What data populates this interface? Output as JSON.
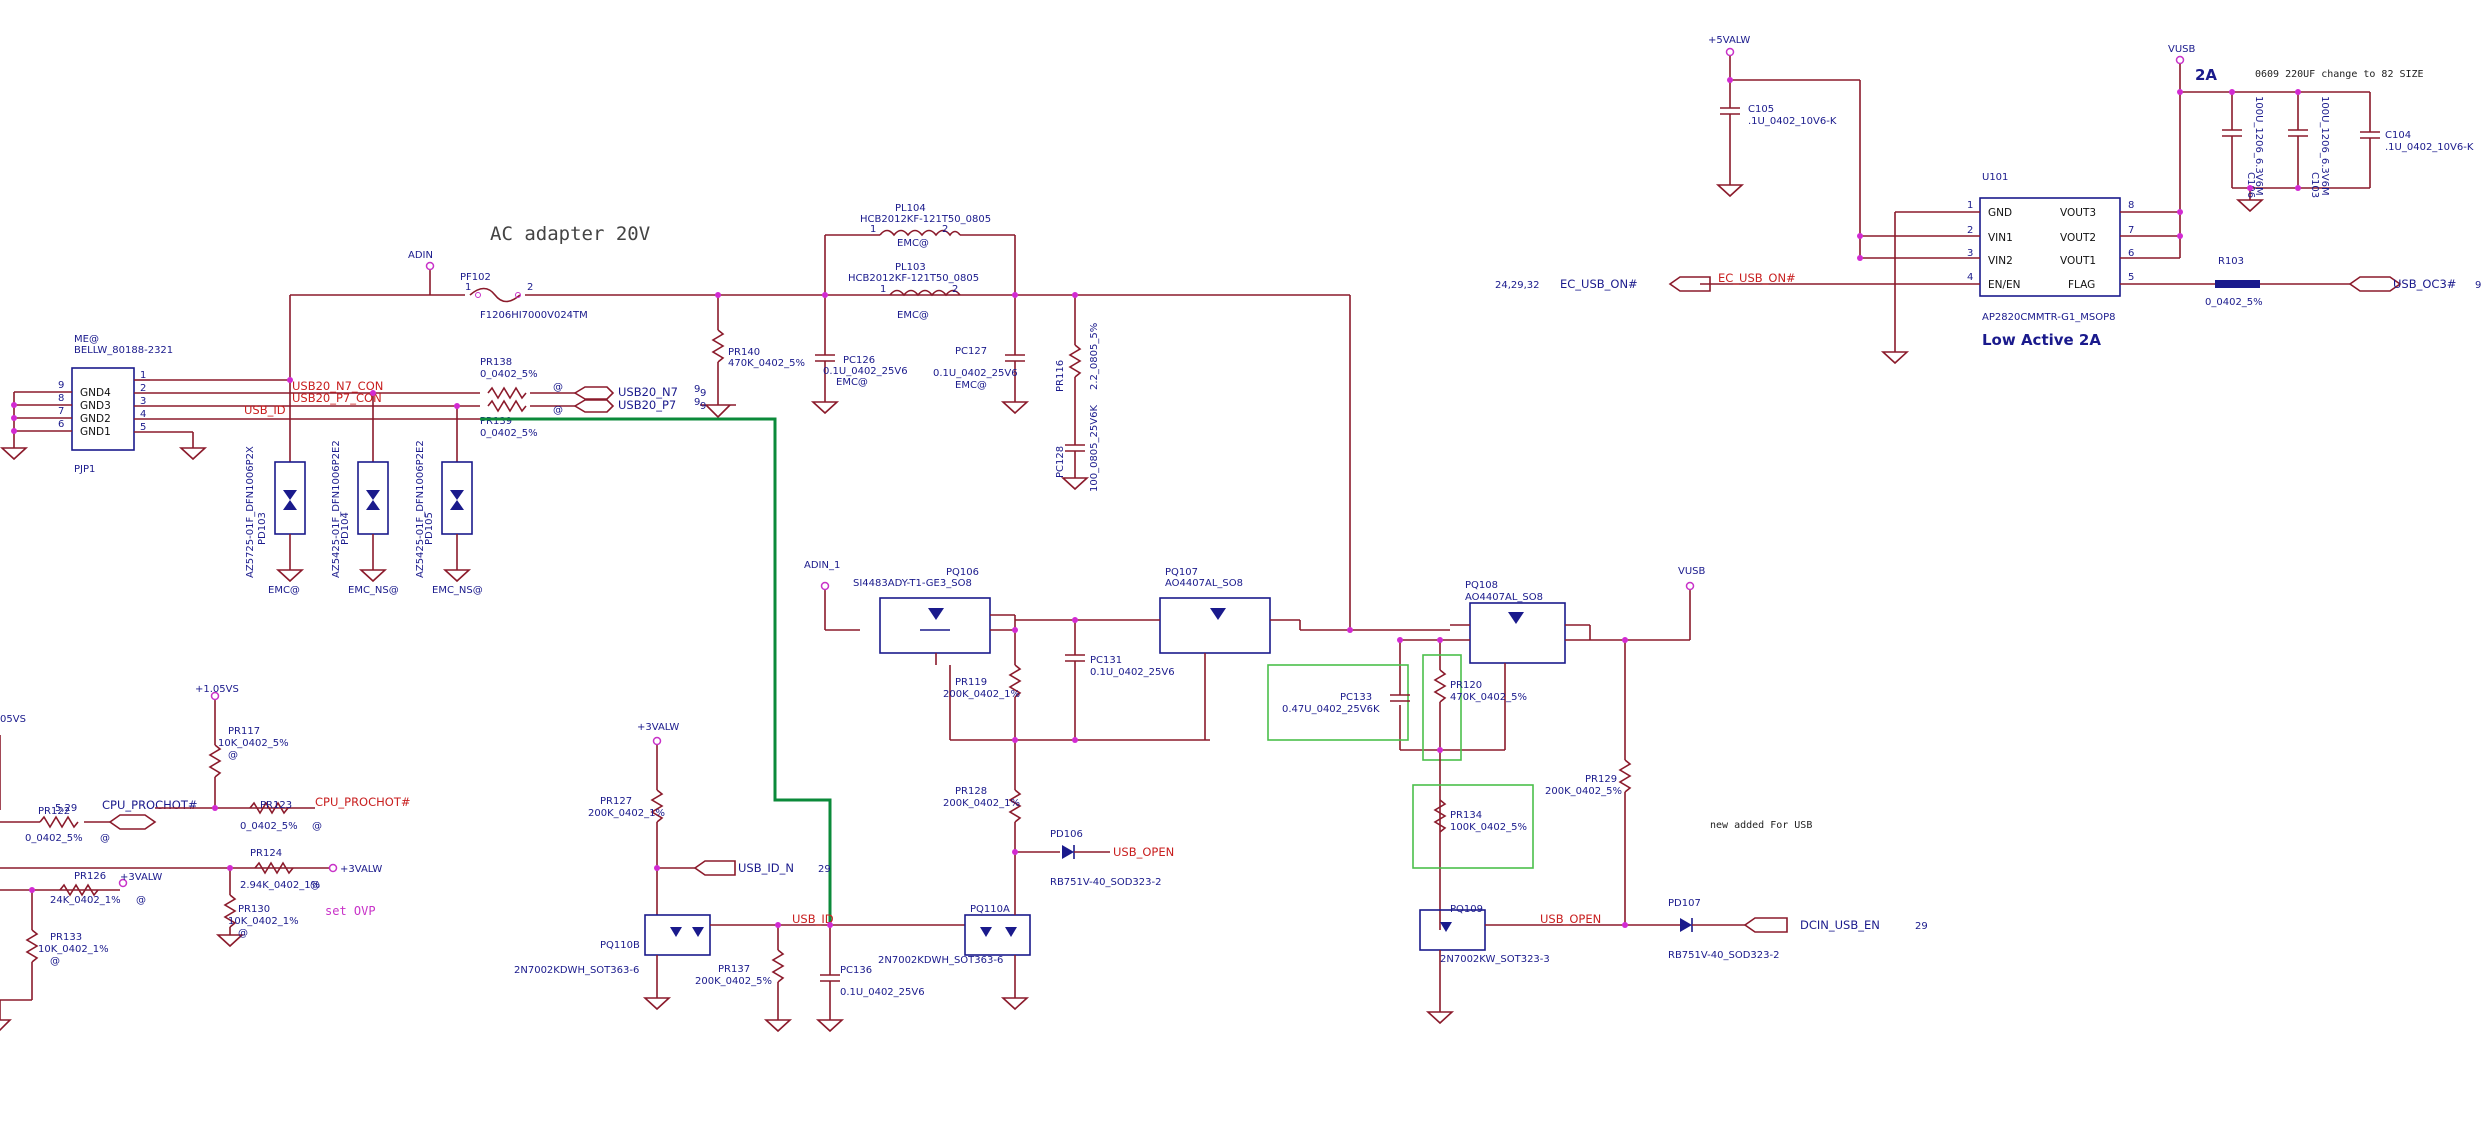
{
  "title": "AC adapter 20V",
  "nets": {
    "adin": "ADIN",
    "adin1": "ADIN_1",
    "v5valw": "+5VALW",
    "vusb": "VUSB",
    "vusb2": "VUSB",
    "v105": "+1.05VS",
    "v3valw": "+3VALW",
    "v3valw_b": "+3VALW",
    "v3valw_c": "+3VALW",
    "v5vs_partial": "05VS",
    "usb20_n7": "USB20_N7",
    "usb20_p7": "USB20_P7",
    "usb20_n7_con": "USB20_N7_CON",
    "usb20_p7_con": "USB20_P7_CON",
    "usb_id": "USB_ID",
    "usb_id_b": "USB_ID",
    "usb_id_n": "USB_ID_N",
    "usb_open": "USB_OPEN",
    "usb_open_b": "USB_OPEN",
    "ec_usb_on": "EC_USB_ON#",
    "ec_usb_on_red": "EC_USB_ON#",
    "usb_oc3": "USB_OC3#",
    "cpu_prochot": "CPU_PROCHOT#",
    "cpu_prochot_red": "CPU_PROCHOT#",
    "dcin_usb_en": "DCIN_USB_EN"
  },
  "refs": {
    "usb_oc3_page": "9",
    "usb_id_n_page": "29",
    "dcin_page": "29",
    "usb20_page_n": "9",
    "usb20_page_p": "9",
    "ec_pages": "24,29,32",
    "prochot_page": "5,29"
  },
  "connector": {
    "opt": "ME@",
    "part": "BELLW_80188-2321",
    "ref": "PJP1",
    "pins": [
      "GND4",
      "GND3",
      "GND2",
      "GND1"
    ],
    "pin_nums_left": [
      "9",
      "8",
      "7",
      "6"
    ],
    "pin_nums_right": [
      "1",
      "2",
      "3",
      "4",
      "5"
    ]
  },
  "components": {
    "pf102": {
      "ref": "PF102",
      "value": "F1206HI7000V024TM"
    },
    "pl104": {
      "ref": "PL104",
      "value": "HCB2012KF-121T50_0805",
      "opt": "EMC@"
    },
    "pl103": {
      "ref": "PL103",
      "value": "HCB2012KF-121T50_0805",
      "opt": "EMC@"
    },
    "pr140": {
      "ref": "PR140",
      "value": "470K_0402_5%"
    },
    "pc126": {
      "ref": "PC126",
      "value": "0.1U_0402_25V6",
      "opt": "EMC@"
    },
    "pc127": {
      "ref": "PC127",
      "value": "0.1U_0402_25V6",
      "opt": "EMC@"
    },
    "pr116": {
      "ref": "PR116",
      "value": "2.2_0805_5%"
    },
    "pc128": {
      "ref": "PC128",
      "value": "100_0805_25V6K"
    },
    "pr138": {
      "ref": "PR138",
      "value": "0_0402_5%",
      "opt": "@"
    },
    "pr139": {
      "ref": "PR139",
      "value": "0_0402_5%",
      "opt": "@"
    },
    "pd103": {
      "ref": "PD103",
      "value": "AZ5725-01F_DFN1006P2X",
      "opt": "EMC@"
    },
    "pd104": {
      "ref": "PD104",
      "value": "AZ5425-01F_DFN1006P2E2",
      "opt": "EMC_NS@"
    },
    "pd105": {
      "ref": "PD105",
      "value": "AZ5425-01F_DFN1006P2E2",
      "opt": "EMC_NS@"
    },
    "pq106": {
      "ref": "PQ106",
      "value": "SI4483ADY-T1-GE3_SO8"
    },
    "pq107": {
      "ref": "PQ107",
      "value": "AO4407AL_SO8"
    },
    "pq108": {
      "ref": "PQ108",
      "value": "AO4407AL_SO8"
    },
    "pc131": {
      "ref": "PC131",
      "value": "0.1U_0402_25V6"
    },
    "pr119": {
      "ref": "PR119",
      "value": "200K_0402_1%"
    },
    "pr128": {
      "ref": "PR128",
      "value": "200K_0402_1%"
    },
    "pd106": {
      "ref": "PD106",
      "value": "RB751V-40_SOD323-2"
    },
    "pq110a": {
      "ref": "PQ110A",
      "value": "2N7002KDWH_SOT363-6"
    },
    "pq110b": {
      "ref": "PQ110B",
      "value": "2N7002KDWH_SOT363-6"
    },
    "pr127": {
      "ref": "PR127",
      "value": "200K_0402_1%"
    },
    "pr137": {
      "ref": "PR137",
      "value": "200K_0402_5%"
    },
    "pc136": {
      "ref": "PC136",
      "value": "0.1U_0402_25V6"
    },
    "pc133": {
      "ref": "PC133",
      "value": "0.47U_0402_25V6K"
    },
    "pr120": {
      "ref": "PR120",
      "value": "470K_0402_5%"
    },
    "pr134": {
      "ref": "PR134",
      "value": "100K_0402_5%"
    },
    "pr129": {
      "ref": "PR129",
      "value": "200K_0402_5%"
    },
    "pq109": {
      "ref": "PQ109",
      "value": "2N7002KW_SOT323-3"
    },
    "pd107": {
      "ref": "PD107",
      "value": "RB751V-40_SOD323-2"
    },
    "pr117": {
      "ref": "PR117",
      "value": "10K_0402_5%",
      "opt": "@"
    },
    "pr122": {
      "ref": "PR122",
      "value": "0_0402_5%",
      "opt": "@"
    },
    "pr123": {
      "ref": "PR123",
      "value": "0_0402_5%",
      "opt": "@"
    },
    "pr124": {
      "ref": "PR124",
      "value": "2.94K_0402_1%",
      "opt": "@"
    },
    "pr126": {
      "ref": "PR126",
      "value": "24K_0402_1%",
      "opt": "@"
    },
    "pr130": {
      "ref": "PR130",
      "value": "10K_0402_1%",
      "opt": "@"
    },
    "pr133": {
      "ref": "PR133",
      "value": "10K_0402_1%",
      "opt": "@"
    },
    "c105": {
      "ref": "C105",
      "value": ".1U_0402_10V6-K"
    },
    "c104": {
      "ref": "C104",
      "value": ".1U_0402_10V6-K"
    },
    "c106": {
      "ref": "C106",
      "value": "100U_1206_6.3V6M"
    },
    "c103": {
      "ref": "C103",
      "value": "100U_1206_6.3V6M"
    },
    "r103": {
      "ref": "R103",
      "value": "0_0402_5%"
    },
    "u101": {
      "ref": "U101",
      "part": "AP2820CMMTR-G1_MSOP8",
      "left_pins": [
        "GND",
        "VIN1",
        "VIN2",
        "EN/EN"
      ],
      "left_nums": [
        "1",
        "2",
        "3",
        "4"
      ],
      "right_pins": [
        "VOUT3",
        "VOUT2",
        "VOUT1",
        "FLAG"
      ],
      "right_nums": [
        "8",
        "7",
        "6",
        "5"
      ]
    }
  },
  "annotations": {
    "low_active": "Low Active 2A",
    "current_2a": "2A",
    "cap_change_note": "0609 220UF change to 82 SIZE",
    "new_added": "new added For USB",
    "set_ovp": "set OVP",
    "emc_at": "EMC@"
  }
}
